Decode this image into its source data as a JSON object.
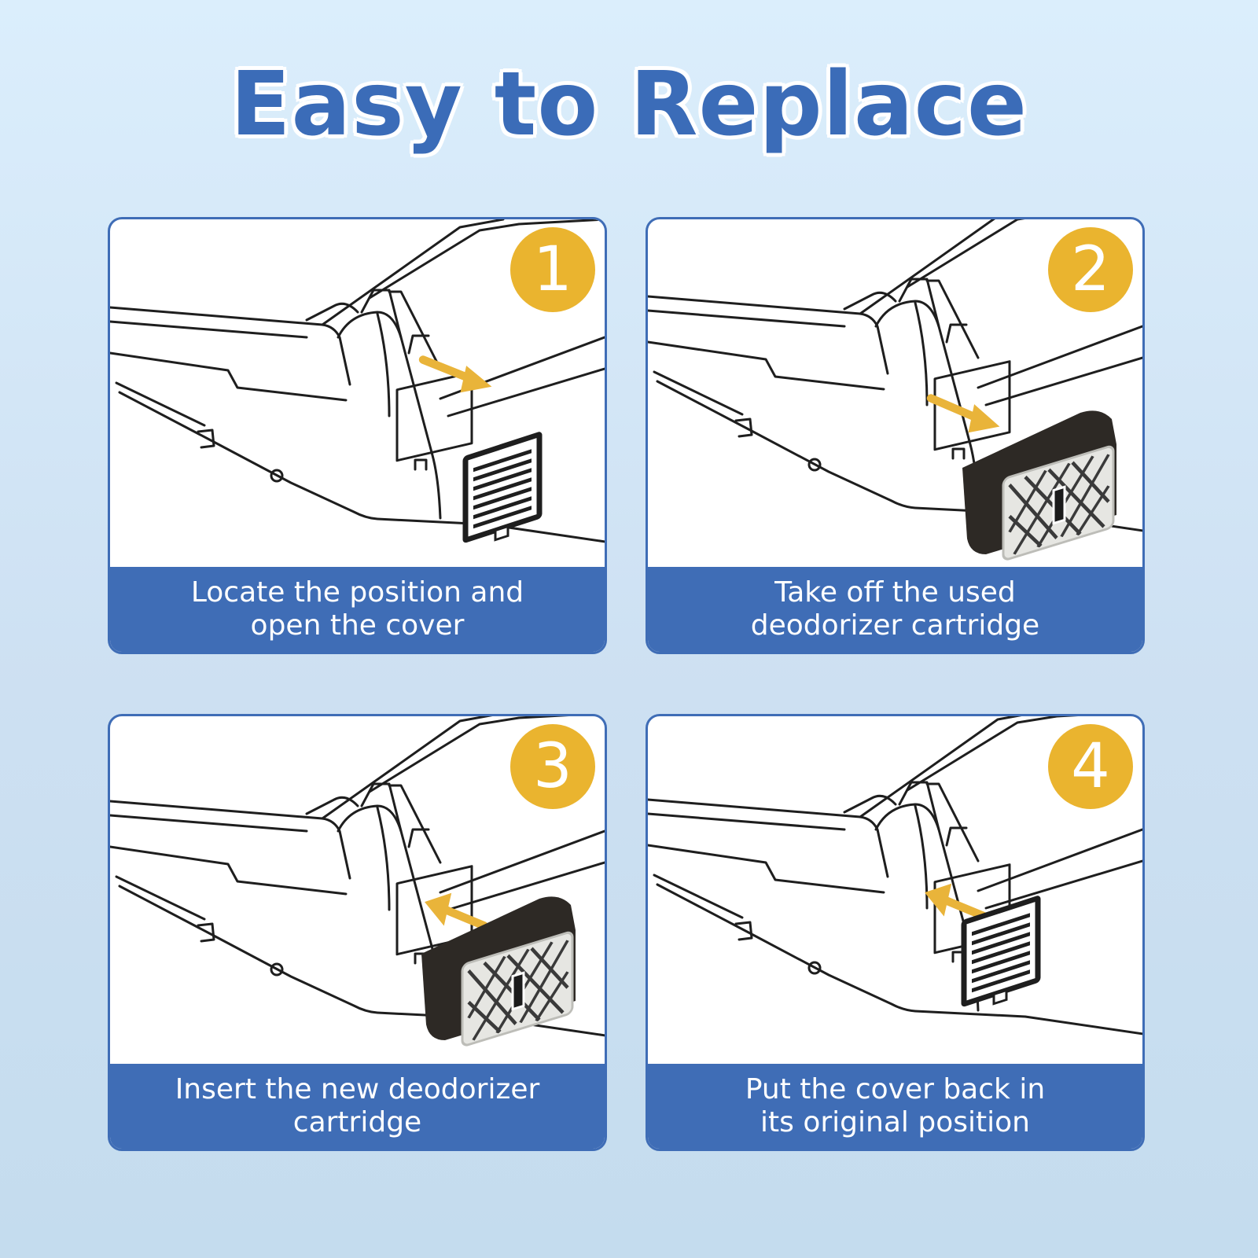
{
  "title": "Easy to Replace",
  "accent_color": "#3f6db6",
  "badge_color": "#eab42f",
  "arrow_color": "#e9b43a",
  "steps": [
    {
      "number": "1",
      "caption": "Locate the position and\nopen the cover",
      "icon": "grille-cover-icon",
      "arrow": "out"
    },
    {
      "number": "2",
      "caption": "Take off the used\ndeodorizer cartridge",
      "icon": "deodorizer-cartridge-icon",
      "arrow": "out"
    },
    {
      "number": "3",
      "caption": "Insert the new deodorizer\ncartridge",
      "icon": "deodorizer-cartridge-icon",
      "arrow": "in"
    },
    {
      "number": "4",
      "caption": "Put the cover back in\nits original position",
      "icon": "grille-cover-icon",
      "arrow": "in"
    }
  ]
}
